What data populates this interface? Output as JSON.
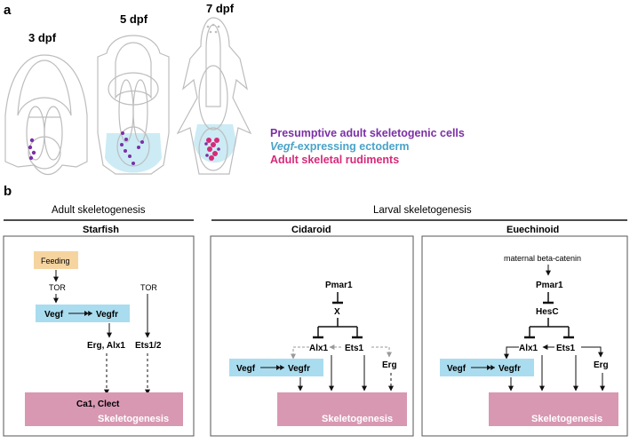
{
  "panel_a": {
    "label": "a",
    "stages": [
      "3 dpf",
      "5 dpf",
      "7 dpf"
    ],
    "legend": {
      "presumptive": "Presumptive adult skeletogenic cells",
      "vegf_italic": "Vegf",
      "vegf_rest": "-expressing ectoderm",
      "rudiments": "Adult skeletal rudiments"
    }
  },
  "panel_b": {
    "label": "b",
    "adult_title": "Adult skeletogenesis",
    "larval_title": "Larval skeletogenesis",
    "starfish": {
      "title": "Starfish",
      "feeding": "Feeding",
      "tor1": "TOR",
      "tor2": "TOR",
      "vegf": "Vegf",
      "vegfr": "Vegfr",
      "erg_alx1": "Erg, Alx1",
      "ets12": "Ets1/2",
      "targets": "Ca1, Clect",
      "skeleto": "Skeletogenesis"
    },
    "cidaroid": {
      "title": "Cidaroid",
      "pmar1": "Pmar1",
      "x": "X",
      "alx1": "Alx1",
      "ets1": "Ets1",
      "vegf": "Vegf",
      "vegfr": "Vegfr",
      "erg": "Erg",
      "skeleto": "Skeletogenesis"
    },
    "euechinoid": {
      "title": "Euechinoid",
      "beta": "maternal beta-catenin",
      "pmar1": "Pmar1",
      "hesc": "HesC",
      "alx1": "Alx1",
      "ets1": "Ets1",
      "vegf": "Vegf",
      "vegfr": "Vegfr",
      "erg": "Erg",
      "skeleto": "Skeletogenesis"
    }
  },
  "colors": {
    "purple": "#7b2fa6",
    "cyan": "#4aa3c9",
    "magenta": "#d62a7a",
    "vegf_box": "#a9dcef",
    "feeding_box": "#f6d4a0",
    "skeleto_box": "#d898b2",
    "outline": "#bdbdbd"
  }
}
